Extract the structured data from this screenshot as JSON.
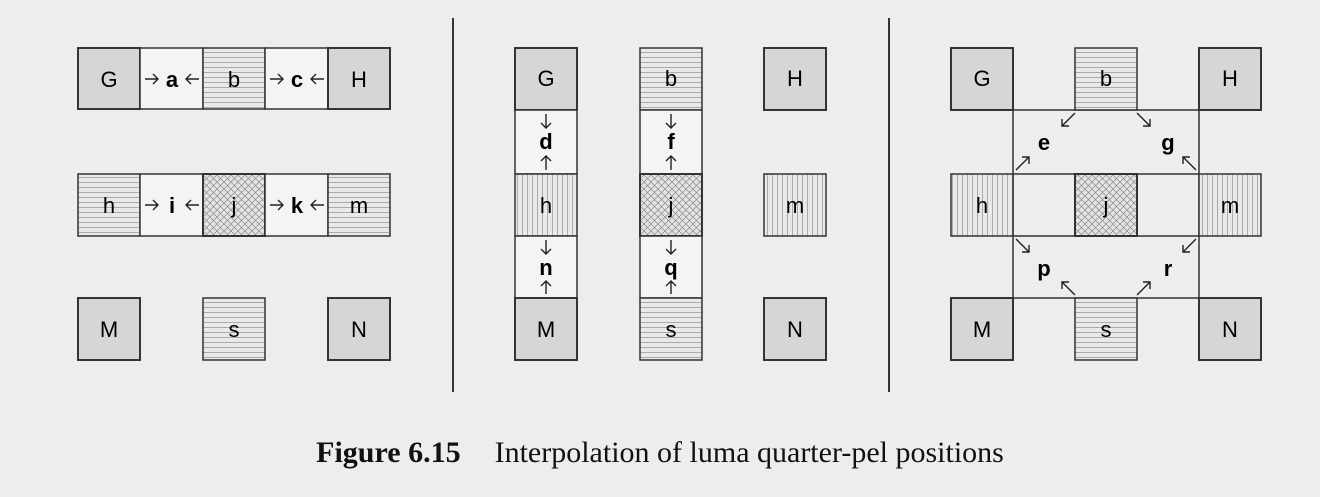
{
  "panel1": {
    "row1": {
      "g": "G",
      "a": "a",
      "b": "b",
      "c": "c",
      "h": "H"
    },
    "row2": {
      "h": "h",
      "i": "i",
      "j": "j",
      "k": "k",
      "m": "m"
    },
    "row3": {
      "m": "M",
      "s": "s",
      "n": "N"
    }
  },
  "panel2": {
    "col1": {
      "g": "G",
      "d": "d",
      "h": "h",
      "n": "n",
      "m": "M"
    },
    "col2": {
      "b": "b",
      "f": "f",
      "j": "j",
      "q": "q",
      "s": "s"
    },
    "col3": {
      "h": "H",
      "m": "m",
      "n": "N"
    }
  },
  "panel3": {
    "g": "G",
    "b": "b",
    "hh": "H",
    "h": "h",
    "j": "j",
    "m": "m",
    "mm": "M",
    "s": "s",
    "n": "N",
    "e": "e",
    "gg": "g",
    "p": "p",
    "r": "r"
  },
  "caption": {
    "figure": "Figure 6.15",
    "text": "Interpolation of luma quarter-pel positions"
  },
  "colors": {
    "background": "#ededed",
    "integer_sample": "#d6d6d6",
    "half_sample": "#e9e9e9",
    "quarter_sample": "#f4f4f4",
    "line": "#333333"
  }
}
